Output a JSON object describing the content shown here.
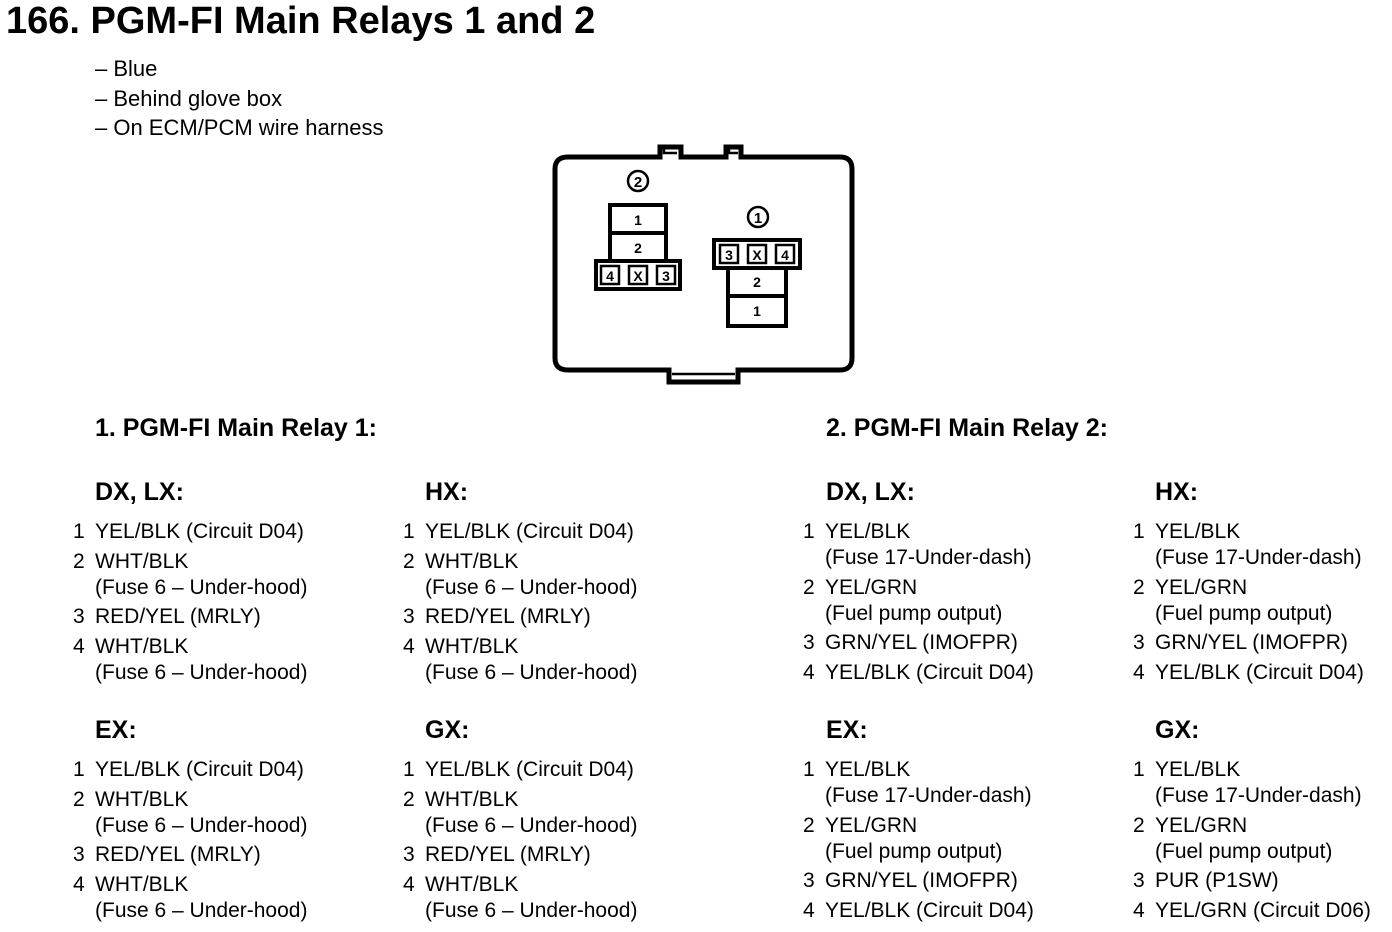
{
  "title": "166. PGM-FI Main Relays 1 and 2",
  "notes": [
    "– Blue",
    "– Behind glove box",
    "– On ECM/PCM wire harness"
  ],
  "connector": {
    "relay1": {
      "marker": "1",
      "top_cells": [
        "3",
        "X",
        "4"
      ],
      "cells": [
        "2",
        "1"
      ]
    },
    "relay2": {
      "marker": "2",
      "cells": [
        "1",
        "2"
      ],
      "bottom_cells": [
        "4",
        "X",
        "3"
      ]
    }
  },
  "sections": [
    {
      "title": "1. PGM-FI Main Relay 1:",
      "models": [
        {
          "name": "DX, LX:",
          "pins": [
            {
              "num": "1",
              "lines": [
                "YEL/BLK (Circuit D04)"
              ]
            },
            {
              "num": "2",
              "lines": [
                "WHT/BLK",
                "(Fuse 6 – Under-hood)"
              ]
            },
            {
              "num": "3",
              "lines": [
                "RED/YEL (MRLY)"
              ]
            },
            {
              "num": "4",
              "lines": [
                "WHT/BLK",
                "(Fuse 6 – Under-hood)"
              ]
            }
          ]
        },
        {
          "name": "HX:",
          "pins": [
            {
              "num": "1",
              "lines": [
                "YEL/BLK (Circuit D04)"
              ]
            },
            {
              "num": "2",
              "lines": [
                "WHT/BLK",
                "(Fuse 6 – Under-hood)"
              ]
            },
            {
              "num": "3",
              "lines": [
                "RED/YEL (MRLY)"
              ]
            },
            {
              "num": "4",
              "lines": [
                "WHT/BLK",
                "(Fuse 6 – Under-hood)"
              ]
            }
          ]
        },
        {
          "name": "EX:",
          "pins": [
            {
              "num": "1",
              "lines": [
                "YEL/BLK (Circuit D04)"
              ]
            },
            {
              "num": "2",
              "lines": [
                "WHT/BLK",
                "(Fuse 6 – Under-hood)"
              ]
            },
            {
              "num": "3",
              "lines": [
                "RED/YEL (MRLY)"
              ]
            },
            {
              "num": "4",
              "lines": [
                "WHT/BLK",
                "(Fuse 6 – Under-hood)"
              ]
            }
          ]
        },
        {
          "name": "GX:",
          "pins": [
            {
              "num": "1",
              "lines": [
                "YEL/BLK (Circuit D04)"
              ]
            },
            {
              "num": "2",
              "lines": [
                "WHT/BLK",
                "(Fuse 6 – Under-hood)"
              ]
            },
            {
              "num": "3",
              "lines": [
                "RED/YEL (MRLY)"
              ]
            },
            {
              "num": "4",
              "lines": [
                "WHT/BLK",
                "(Fuse 6 – Under-hood)"
              ]
            }
          ]
        }
      ]
    },
    {
      "title": "2. PGM-FI Main Relay 2:",
      "models": [
        {
          "name": "DX, LX:",
          "pins": [
            {
              "num": "1",
              "lines": [
                "YEL/BLK",
                "(Fuse 17-Under-dash)"
              ]
            },
            {
              "num": "2",
              "lines": [
                "YEL/GRN",
                "(Fuel pump output)"
              ]
            },
            {
              "num": "3",
              "lines": [
                "GRN/YEL (IMOFPR)"
              ]
            },
            {
              "num": "4",
              "lines": [
                "YEL/BLK (Circuit D04)"
              ]
            }
          ]
        },
        {
          "name": "HX:",
          "pins": [
            {
              "num": "1",
              "lines": [
                "YEL/BLK",
                "(Fuse 17-Under-dash)"
              ]
            },
            {
              "num": "2",
              "lines": [
                "YEL/GRN",
                "(Fuel pump output)"
              ]
            },
            {
              "num": "3",
              "lines": [
                "GRN/YEL (IMOFPR)"
              ]
            },
            {
              "num": "4",
              "lines": [
                "YEL/BLK (Circuit D04)"
              ]
            }
          ]
        },
        {
          "name": "EX:",
          "pins": [
            {
              "num": "1",
              "lines": [
                "YEL/BLK",
                "(Fuse 17-Under-dash)"
              ]
            },
            {
              "num": "2",
              "lines": [
                "YEL/GRN",
                "(Fuel pump output)"
              ]
            },
            {
              "num": "3",
              "lines": [
                "GRN/YEL (IMOFPR)"
              ]
            },
            {
              "num": "4",
              "lines": [
                "YEL/BLK (Circuit D04)"
              ]
            }
          ]
        },
        {
          "name": "GX:",
          "pins": [
            {
              "num": "1",
              "lines": [
                "YEL/BLK",
                "(Fuse 17-Under-dash)"
              ]
            },
            {
              "num": "2",
              "lines": [
                "YEL/GRN",
                "(Fuel pump output)"
              ]
            },
            {
              "num": "3",
              "lines": [
                "PUR (P1SW)"
              ]
            },
            {
              "num": "4",
              "lines": [
                "YEL/GRN (Circuit D06)"
              ]
            }
          ]
        }
      ]
    }
  ]
}
